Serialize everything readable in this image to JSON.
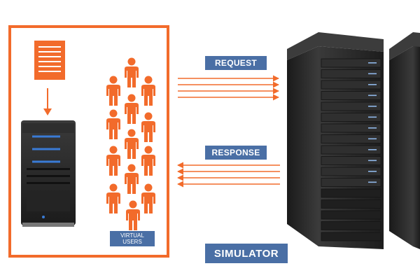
{
  "colors": {
    "accent": "#f26b2b",
    "label_bg": "#4a6fa5",
    "label_text": "#ffffff",
    "server_body": "#2a2a2a",
    "server_led": "#3a7bd5"
  },
  "labels": {
    "request": "REQUEST",
    "response": "RESPONSE",
    "simulator": "SIMULATOR",
    "virtual_users_line1": "VIRTUAL",
    "virtual_users_line2": "USERS"
  },
  "icons": {
    "document": "document-icon",
    "user": "person-icon",
    "client_server": "tower-server-icon",
    "rack": "server-rack-icon"
  }
}
